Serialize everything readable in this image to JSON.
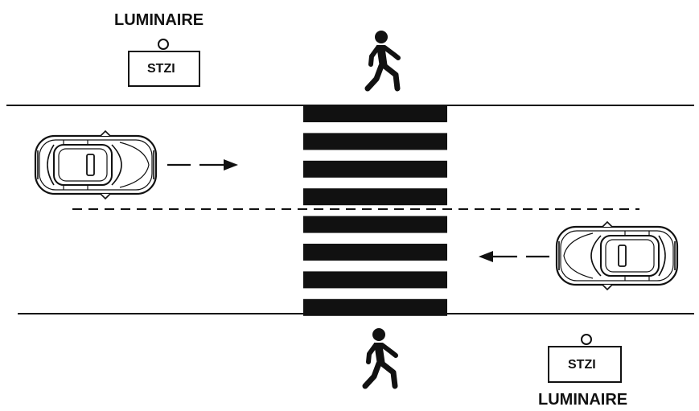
{
  "luminaires": [
    {
      "title": "LUMINAIRE",
      "box_label": "STZI"
    },
    {
      "title": "LUMINAIRE",
      "box_label": "STZI"
    }
  ],
  "colors": {
    "ink": "#111111",
    "background": "#ffffff"
  },
  "icons": {
    "pedestrian": "pedestrian-icon",
    "car": "car-icon",
    "arrow": "arrow-icon",
    "luminaire": "lamp-icon"
  },
  "crosswalk": {
    "stripe_count": 8
  }
}
